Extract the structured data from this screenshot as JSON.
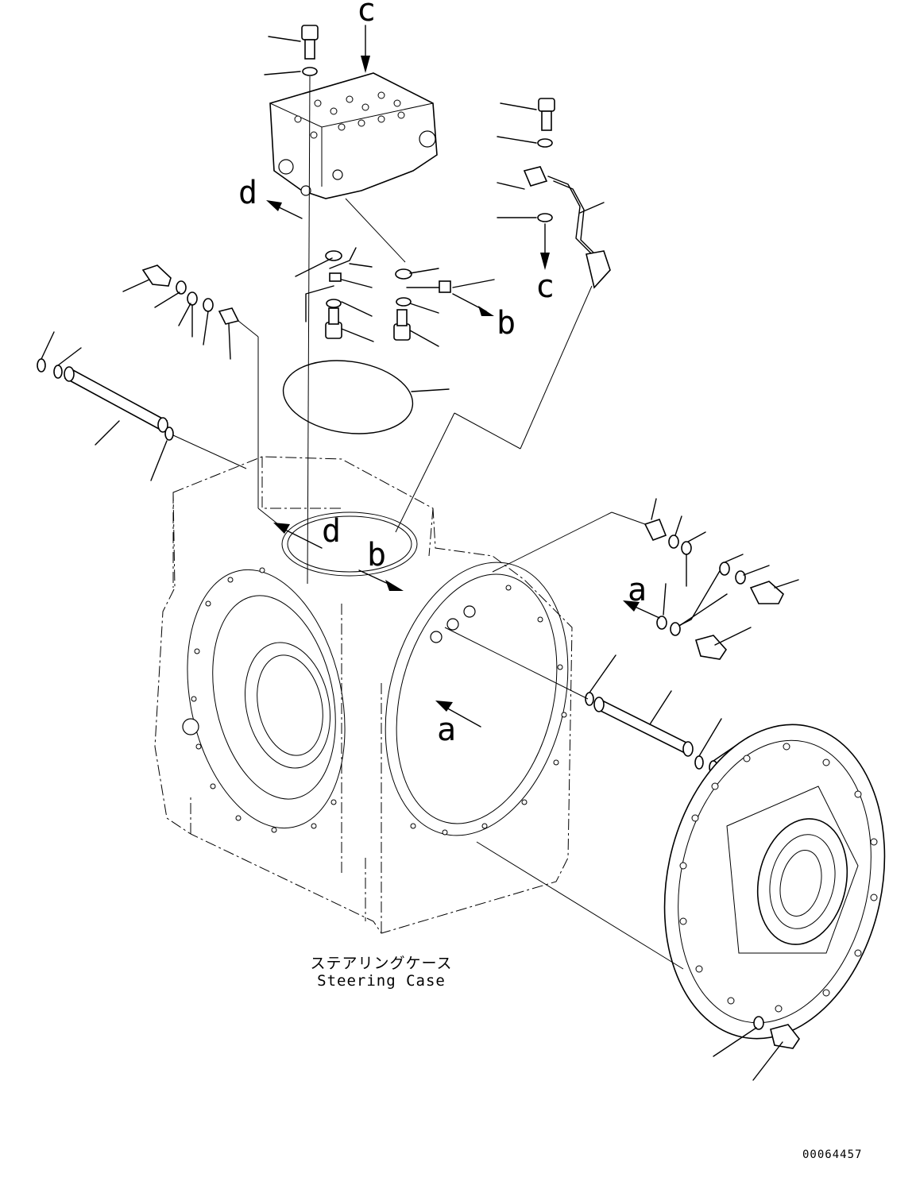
{
  "caption": {
    "japanese": "ステアリングケース",
    "english": "Steering Case"
  },
  "drawing_number": "00064457",
  "callouts": {
    "c_top": "c",
    "c_bottom": "c",
    "d_upper": "d",
    "d_lower": "d",
    "b_right": "b",
    "b_case": "b",
    "a_right": "a",
    "a_case": "a"
  }
}
